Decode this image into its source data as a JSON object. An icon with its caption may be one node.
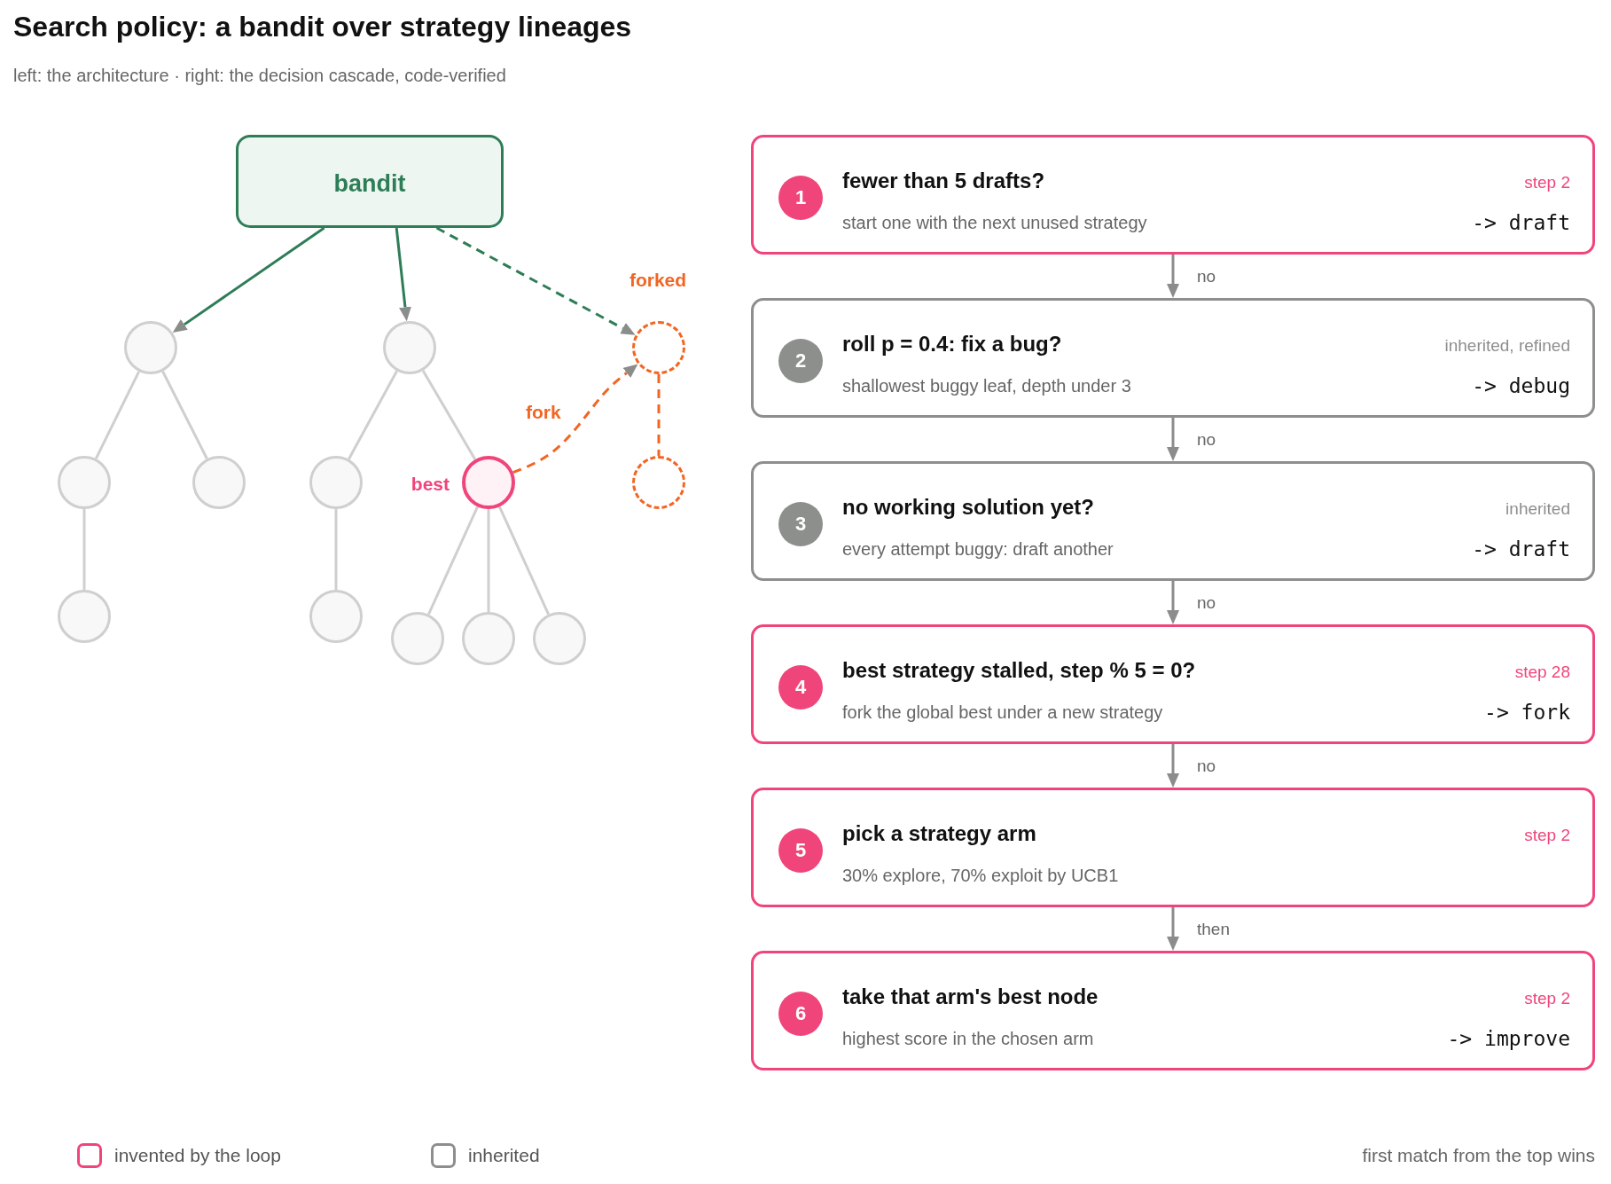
{
  "diagram": {
    "title": "Search policy: a bandit over strategy lineages",
    "nodes": [
      {
        "text": [
          "bandit"
        ]
      },
      {
        "text": [],
        "shape": "circle"
      },
      {
        "text": [],
        "shape": "circle"
      },
      {
        "text": [],
        "shape": "circle",
        "beside": [
          "forked"
        ]
      },
      {
        "text": [],
        "shape": "circle"
      },
      {
        "text": [],
        "shape": "circle"
      },
      {
        "text": [],
        "shape": "circle"
      },
      {
        "text": [],
        "shape": "circle",
        "beside": [
          "best"
        ]
      },
      {
        "text": [],
        "shape": "circle"
      },
      {
        "text": [],
        "shape": "circle"
      },
      {
        "text": [],
        "shape": "circle"
      },
      {
        "text": [],
        "shape": "circle"
      },
      {
        "text": [],
        "shape": "circle"
      },
      {
        "text": [],
        "shape": "circle"
      },
      {
        "text": [
          "fewer than 5 drafts?",
          "step 2",
          "start one with the next unused strategy",
          "-> draft"
        ]
      },
      {
        "text": [
          "1"
        ],
        "in": 14
      },
      {
        "text": [
          "roll p = 0.4: fix a bug?",
          "inherited, refined",
          "shallowest buggy leaf, depth under 3",
          "-> debug"
        ]
      },
      {
        "text": [
          "2"
        ],
        "in": 16
      },
      {
        "text": [
          "no working solution yet?",
          "inherited",
          "every attempt buggy: draft another",
          "-> draft"
        ]
      },
      {
        "text": [
          "3"
        ],
        "in": 18
      },
      {
        "text": [
          "best strategy stalled, step % 5 = 0?",
          "step 28",
          "fork the global best under a new strategy",
          "-> fork"
        ]
      },
      {
        "text": [
          "4"
        ],
        "in": 20
      },
      {
        "text": [
          "pick a strategy arm",
          "step 2",
          "30% explore, 70% exploit by UCB1"
        ]
      },
      {
        "text": [
          "5"
        ],
        "in": 22
      },
      {
        "text": [
          "take that arm's best node",
          "step 2",
          "highest score in the chosen arm",
          "-> improve"
        ]
      },
      {
        "text": [
          "6"
        ],
        "in": 24
      }
    ],
    "edges": [
      {
        "from": 0,
        "to": 1,
        "arrow": "to",
        "color": "#2e7d57"
      },
      {
        "from": 0,
        "to": 2,
        "arrow": "to",
        "color": "#2e7d57"
      },
      {
        "from": 0,
        "to": 3,
        "arrow": "to",
        "style": "dashed",
        "color": "#2e7d57"
      },
      {
        "from": 7,
        "to": 3,
        "arrow": "to",
        "label": "fork",
        "style": "dashed",
        "color": "#f26522"
      },
      {
        "from": 1,
        "to": 4,
        "arrow": "none"
      },
      {
        "from": 1,
        "to": 5,
        "arrow": "none"
      },
      {
        "from": 4,
        "to": 9,
        "arrow": "none"
      },
      {
        "from": 2,
        "to": 6,
        "arrow": "none"
      },
      {
        "from": 2,
        "to": 7,
        "arrow": "none"
      },
      {
        "from": 6,
        "to": 10,
        "arrow": "none"
      },
      {
        "from": 7,
        "to": 11,
        "arrow": "none"
      },
      {
        "from": 7,
        "to": 12,
        "arrow": "none"
      },
      {
        "from": 7,
        "to": 13,
        "arrow": "none"
      },
      {
        "from": 3,
        "to": 8,
        "arrow": "none",
        "style": "dashed",
        "color": "#f26522"
      },
      {
        "from": 14,
        "to": 16,
        "arrow": "to",
        "label": "no",
        "color": "#8a8d8a"
      },
      {
        "from": 16,
        "to": 18,
        "arrow": "to",
        "label": "no",
        "color": "#8a8d8a"
      },
      {
        "from": 18,
        "to": 20,
        "arrow": "to",
        "label": "no",
        "color": "#8a8d8a"
      },
      {
        "from": 20,
        "to": 22,
        "arrow": "to",
        "label": "no",
        "color": "#8a8d8a"
      },
      {
        "from": 22,
        "to": 24,
        "arrow": "to",
        "label": "then",
        "color": "#8a8d8a"
      }
    ],
    "labels": [
      "left: the architecture · right: the decision cascade, code-verified",
      "first match from the top wins"
    ],
    "legend": [
      {
        "text": "invented by the loop",
        "color": "#f0457a"
      },
      {
        "text": "inherited",
        "color": "#8c8f8c"
      }
    ]
  }
}
